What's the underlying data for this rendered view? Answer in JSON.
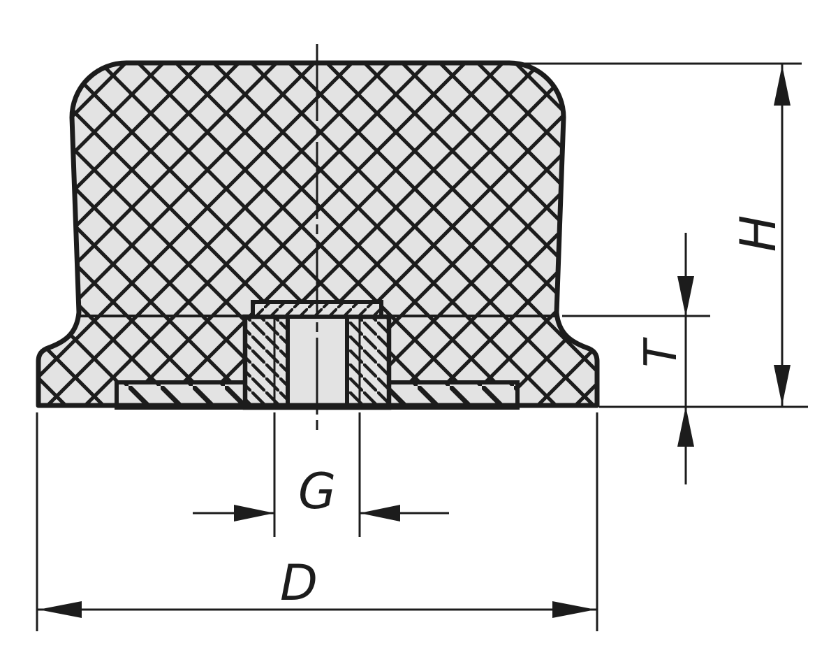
{
  "drawing": {
    "kind": "technical-section-drawing",
    "part": "rubber-buffer-with-threaded-insert",
    "labels": {
      "height": "H",
      "thread_depth": "T",
      "thread": "G",
      "diameter": "D"
    },
    "colors": {
      "line": "#1c1c1c",
      "section_fill": "#e3e3e3",
      "background": "#ffffff"
    }
  }
}
